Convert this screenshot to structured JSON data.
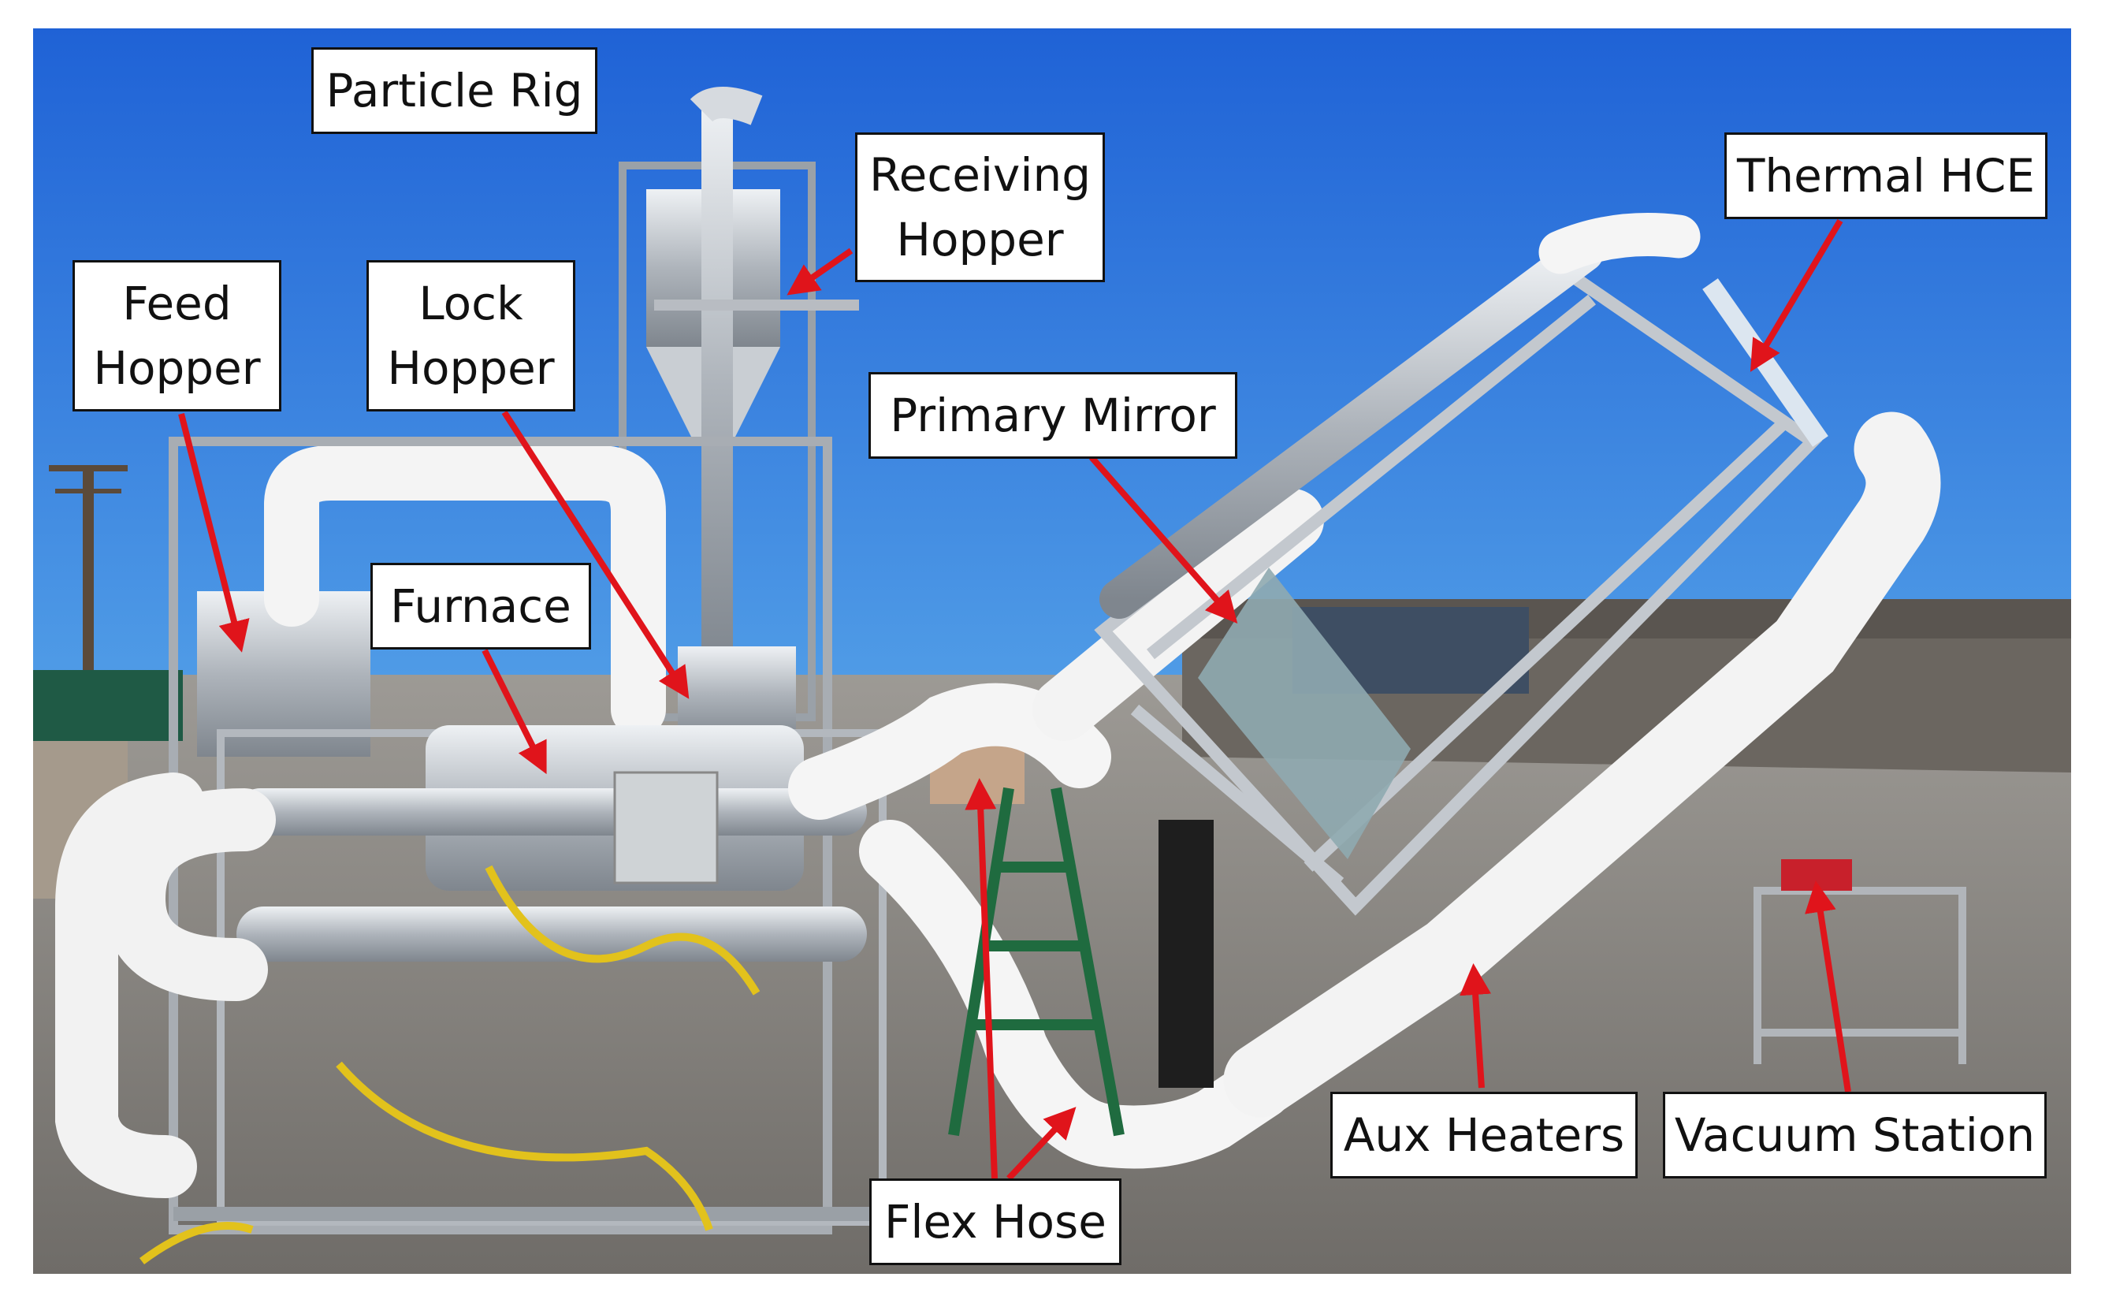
{
  "labels": {
    "particle_rig": "Particle Rig",
    "receiving_hopper": "Receiving\nHopper",
    "thermal_hce": "Thermal HCE",
    "feed_hopper": "Feed\nHopper",
    "lock_hopper": "Lock\nHopper",
    "primary_mirror": "Primary Mirror",
    "furnace": "Furnace",
    "aux_heaters": "Aux Heaters",
    "vacuum_station": "Vacuum Station",
    "flex_hose": "Flex Hose"
  },
  "colors": {
    "sky_top": "#1f62d6",
    "sky_bottom": "#4f9be6",
    "ground": "#8d8a86",
    "arrow": "#e0141b",
    "insulation": "#f4f4f4",
    "frame": "#b8bcc2"
  }
}
